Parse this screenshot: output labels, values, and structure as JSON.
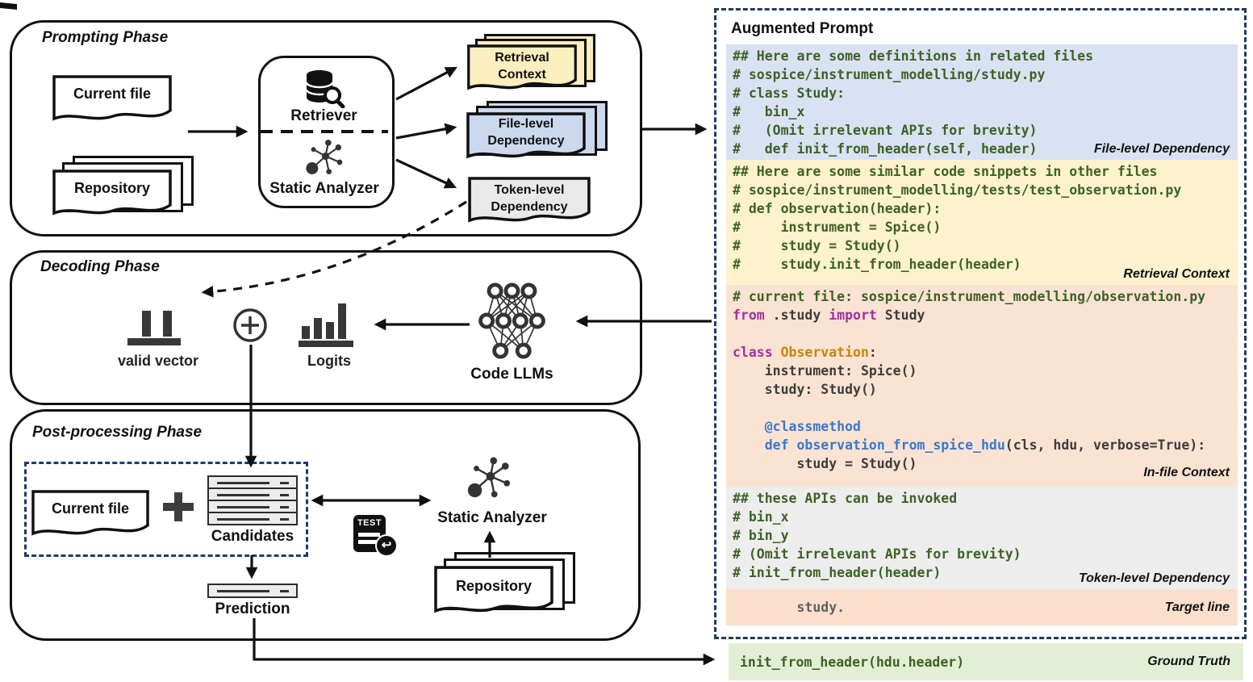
{
  "diagram": {
    "prompting": {
      "label": "Prompting Phase",
      "current_file": "Current file",
      "repository": "Repository",
      "retriever": "Retriever",
      "static_analyzer": "Static Analyzer",
      "outputs": {
        "retrieval_context": "Retrieval Context",
        "file_level": "File-level Dependency",
        "token_level": "Token-level Dependency"
      }
    },
    "decoding": {
      "label": "Decoding Phase",
      "valid_vector": "valid vector",
      "logits": "Logits",
      "code_llms": "Code LLMs"
    },
    "post_processing": {
      "label": "Post-processing Phase",
      "current_file": "Current file",
      "candidates": "Candidates",
      "prediction": "Prediction",
      "static_analyzer": "Static Analyzer",
      "repository": "Repository",
      "test_badge": "TEST"
    }
  },
  "panel": {
    "title": "Augmented Prompt",
    "sections": [
      {
        "id": "file-level",
        "bg": "#d9e2f2",
        "label": "File-level Dependency",
        "lines": [
          [
            {
              "t": "## Here are some definitions in related files",
              "c": "cm"
            }
          ],
          [
            {
              "t": "# sospice/instrument_modelling/study.py",
              "c": "cm"
            }
          ],
          [
            {
              "t": "# class Study:",
              "c": "cm"
            }
          ],
          [
            {
              "t": "#   bin_x",
              "c": "cm"
            }
          ],
          [
            {
              "t": "#   (Omit irrelevant APIs for brevity)",
              "c": "cm"
            }
          ],
          [
            {
              "t": "#   def init_from_header(self, header)",
              "c": "cm"
            }
          ]
        ]
      },
      {
        "id": "retrieval",
        "bg": "#fcf2cd",
        "label": "Retrieval Context",
        "lines": [
          [
            {
              "t": "## Here are some similar code snippets in other files",
              "c": "cm"
            }
          ],
          [
            {
              "t": "# sospice/instrument_modelling/tests/test_observation.py",
              "c": "cm"
            }
          ],
          [
            {
              "t": "# def observation(header):",
              "c": "cm"
            }
          ],
          [
            {
              "t": "#     instrument = Spice()",
              "c": "cm"
            }
          ],
          [
            {
              "t": "#     study = Study()",
              "c": "cm"
            }
          ],
          [
            {
              "t": "#     study.init_from_header(header)",
              "c": "cm"
            }
          ]
        ]
      },
      {
        "id": "in-file",
        "bg": "#fae3d2",
        "label": "In-file Context",
        "lines": [
          [
            {
              "t": "# current file: sospice/instrument_modelling/observation.py",
              "c": "cm"
            }
          ],
          [
            {
              "t": "from",
              "c": "kw"
            },
            {
              "t": " .study ",
              "c": "pl"
            },
            {
              "t": "import",
              "c": "kw"
            },
            {
              "t": " Study",
              "c": "pl"
            }
          ],
          [],
          [
            {
              "t": "class",
              "c": "kw"
            },
            {
              "t": " ",
              "c": "pl"
            },
            {
              "t": "Observation",
              "c": "cls"
            },
            {
              "t": ":",
              "c": "pl"
            }
          ],
          [
            {
              "t": "    instrument: Spice()",
              "c": "pl"
            }
          ],
          [
            {
              "t": "    study: Study()",
              "c": "pl"
            }
          ],
          [],
          [
            {
              "t": "    ",
              "c": "pl"
            },
            {
              "t": "@classmethod",
              "c": "fn"
            }
          ],
          [
            {
              "t": "    ",
              "c": "pl"
            },
            {
              "t": "def",
              "c": "fn"
            },
            {
              "t": " ",
              "c": "pl"
            },
            {
              "t": "observation_from_spice_hdu",
              "c": "fn"
            },
            {
              "t": "(cls, hdu, verbose=True):",
              "c": "pl"
            }
          ],
          [
            {
              "t": "        study = Study()",
              "c": "pl"
            }
          ]
        ]
      },
      {
        "id": "token-level",
        "bg": "#ededed",
        "label": "Token-level Dependency",
        "lines": [
          [
            {
              "t": "## these APIs can be invoked",
              "c": "cm"
            }
          ],
          [
            {
              "t": "# bin_x",
              "c": "cm"
            }
          ],
          [
            {
              "t": "# bin_y",
              "c": "cm"
            }
          ],
          [
            {
              "t": "# (Omit irrelevant APIs for brevity)",
              "c": "cm"
            }
          ],
          [
            {
              "t": "# init_from_header(header)",
              "c": "cm"
            }
          ]
        ]
      },
      {
        "id": "target-line",
        "bg": "#fbdfcd",
        "label": "Target line",
        "lines": [
          [
            {
              "t": "        study.",
              "c": "gray"
            }
          ]
        ]
      }
    ]
  },
  "ground_truth": {
    "code": "init_from_header(hdu.header)",
    "label": "Ground Truth"
  },
  "colors": {
    "panel_border": "#1e3a5f",
    "selection_border": "#1e3a6e",
    "retrieval_doc": "#fbeebf",
    "file_level_doc": "#ccd8ee",
    "token_level_doc": "#e9e9e9",
    "ground_truth_bg": "#e2efd5",
    "comment_green": "#3e6226",
    "keyword_magenta": "#a42ea4",
    "class_orange": "#c5850b",
    "function_blue": "#3a78d0"
  }
}
